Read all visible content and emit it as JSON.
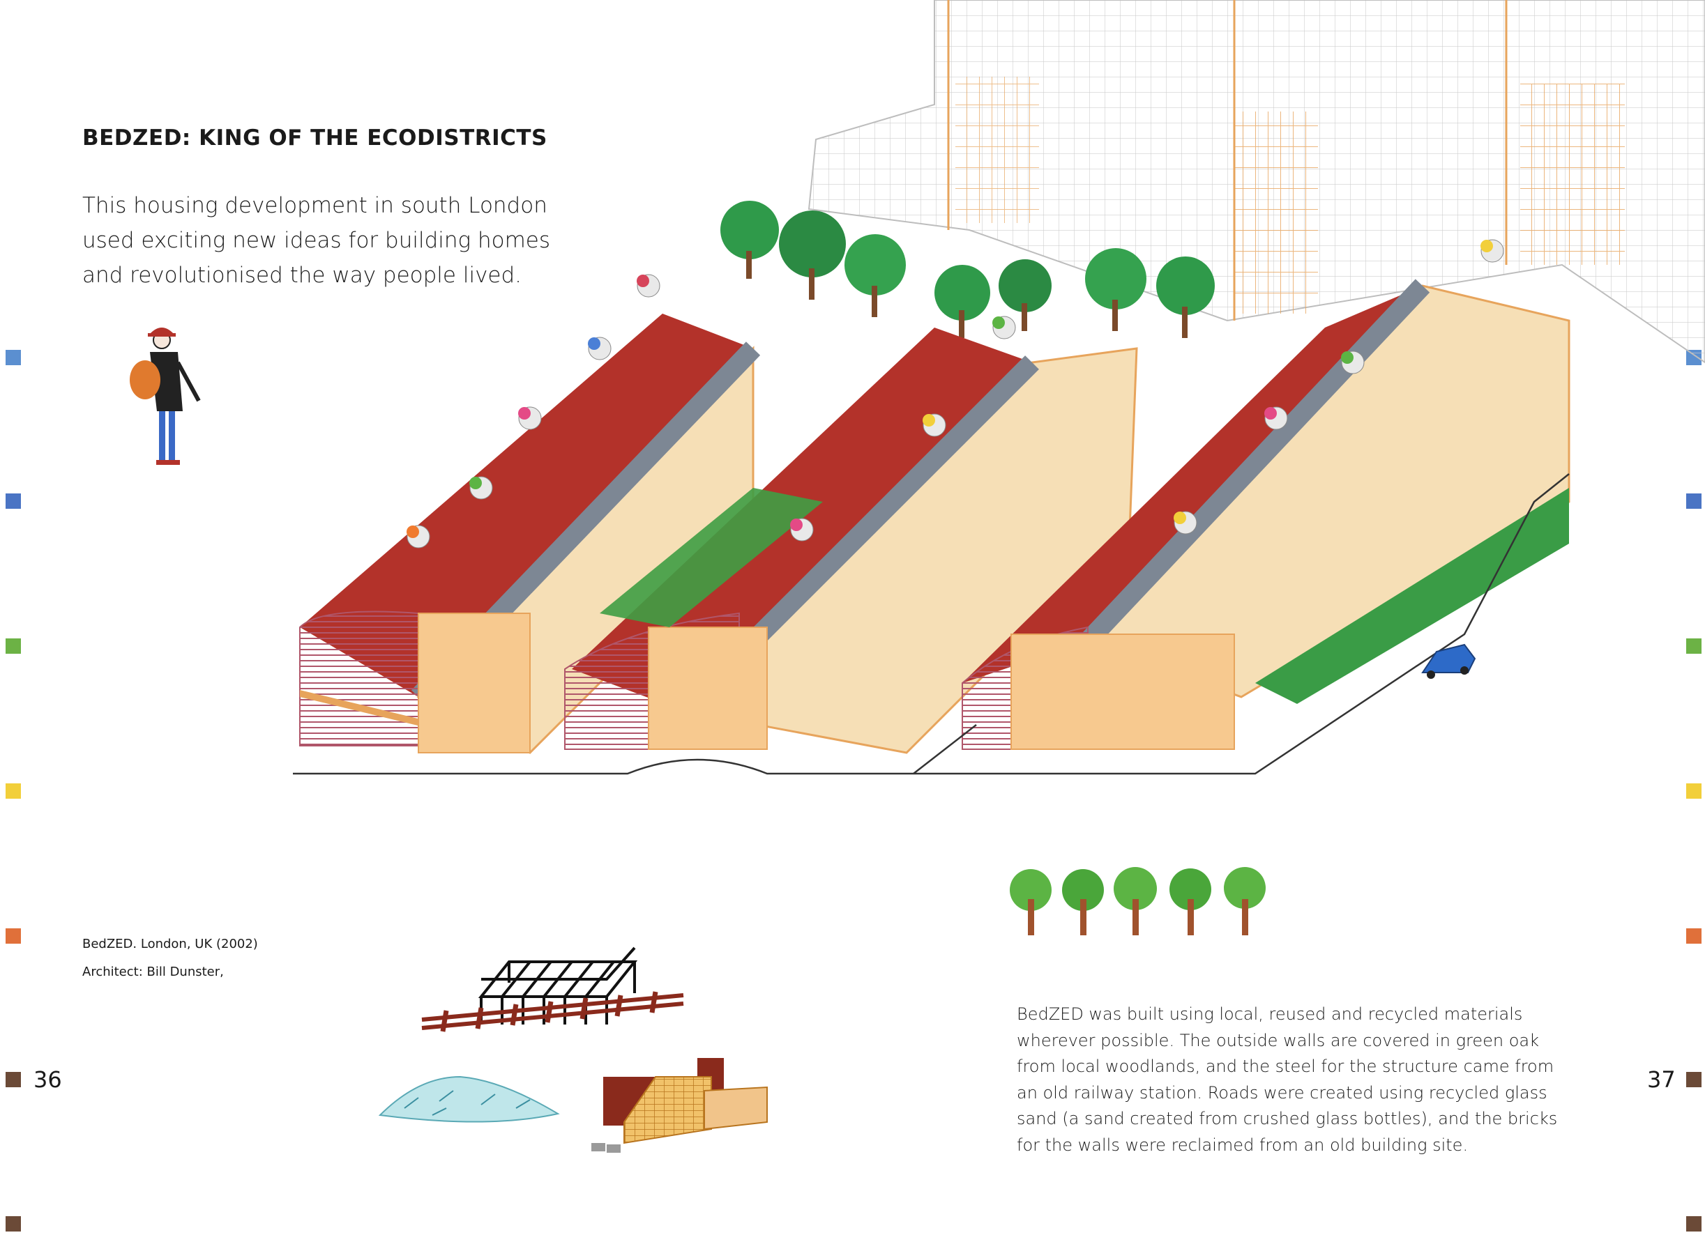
{
  "heading": "BEDZED: KING OF THE ECODISTRICTS",
  "intro_lines": [
    "This housing development in south London",
    "used exciting new ideas for building homes",
    "and revolutionised the way people lived."
  ],
  "caption": {
    "line1": "BedZED. London, UK (2002)",
    "line2": "Architect: Bill Dunster,"
  },
  "body_lines": [
    "BedZED was built using local, reused and recycled materials",
    "wherever possible. The outside walls are covered in green oak",
    "from local woodlands, and the steel for the structure came from",
    "an old railway station. Roads were created using recycled glass",
    "sand (a sand created from crushed glass bottles), and the bricks",
    "for the walls were reclaimed from an old building site."
  ],
  "page_numbers": {
    "left": "36",
    "right": "37"
  },
  "colors": {
    "tabs": [
      "#5b8fd0",
      "#4a74c4",
      "#6cb245",
      "#f2cf3a",
      "#e0703a",
      "#6b4a37"
    ],
    "roof_garden": "#b3322a",
    "foliage": "#2f9a4a",
    "cladding": "#e7a45c",
    "car": "#2d6ac8"
  },
  "icons": [
    "person-with-hat-icon",
    "steel-frame-icon",
    "railway-track-icon",
    "crushed-glass-icon",
    "reclaimed-bricks-icon",
    "oak-trees-icon",
    "car-icon"
  ]
}
